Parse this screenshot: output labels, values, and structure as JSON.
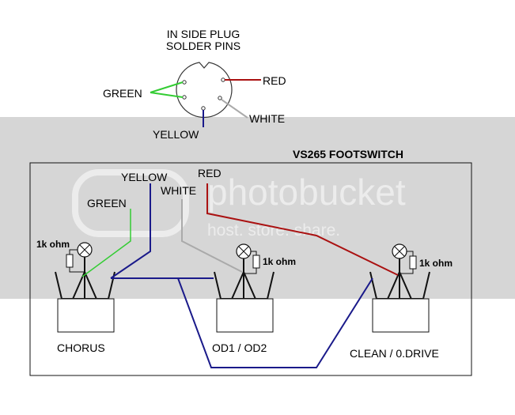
{
  "plug": {
    "title_line1": "IN SIDE PLUG",
    "title_line2": "SOLDER PINS",
    "labels": {
      "green": "GREEN",
      "red": "RED",
      "white": "WHITE",
      "yellow": "YELLOW"
    }
  },
  "footswitch": {
    "title": "VS265 FOOTSWITCH",
    "wire_labels": {
      "yellow": "YELLOW",
      "red": "RED",
      "white": "WHITE",
      "green": "GREEN"
    },
    "resistor_label": "1k ohm",
    "switches": [
      {
        "label": "CHORUS"
      },
      {
        "label": "OD1 / OD2"
      },
      {
        "label": "CLEAN / 0.DRIVE"
      }
    ]
  },
  "watermark": {
    "main": "photobucket",
    "sub": "host. store. share."
  },
  "colors": {
    "green": "#33cc33",
    "red": "#aa1111",
    "white_wire": "#aaaaaa",
    "yellow_wire": "#1a1a8a",
    "band": "#d6d6d6"
  }
}
